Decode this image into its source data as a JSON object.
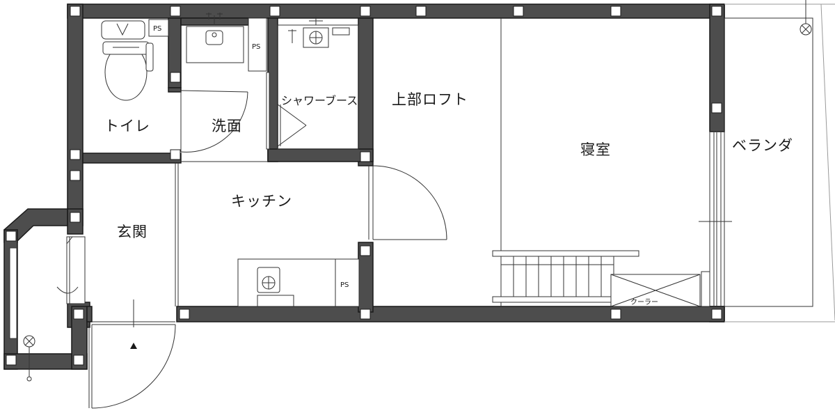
{
  "rooms": {
    "toilet": "トイレ",
    "washroom": "洗面",
    "shower_booth": "シャワーブース",
    "upper_loft": "上部ロフト",
    "bedroom": "寝室",
    "veranda": "ベランダ",
    "kitchen": "キッチン",
    "entrance": "玄関"
  },
  "fixtures": {
    "ps": "PS",
    "air_conditioner": "クーラー"
  },
  "colors": {
    "wall": "#4d4d4d",
    "line": "#333333",
    "background": "#ffffff"
  },
  "icons": [
    "toilet-icon",
    "sink-icon",
    "faucet-icon",
    "stove-icon",
    "drain-icon",
    "door-swing-icon",
    "entry-arrow-icon"
  ]
}
